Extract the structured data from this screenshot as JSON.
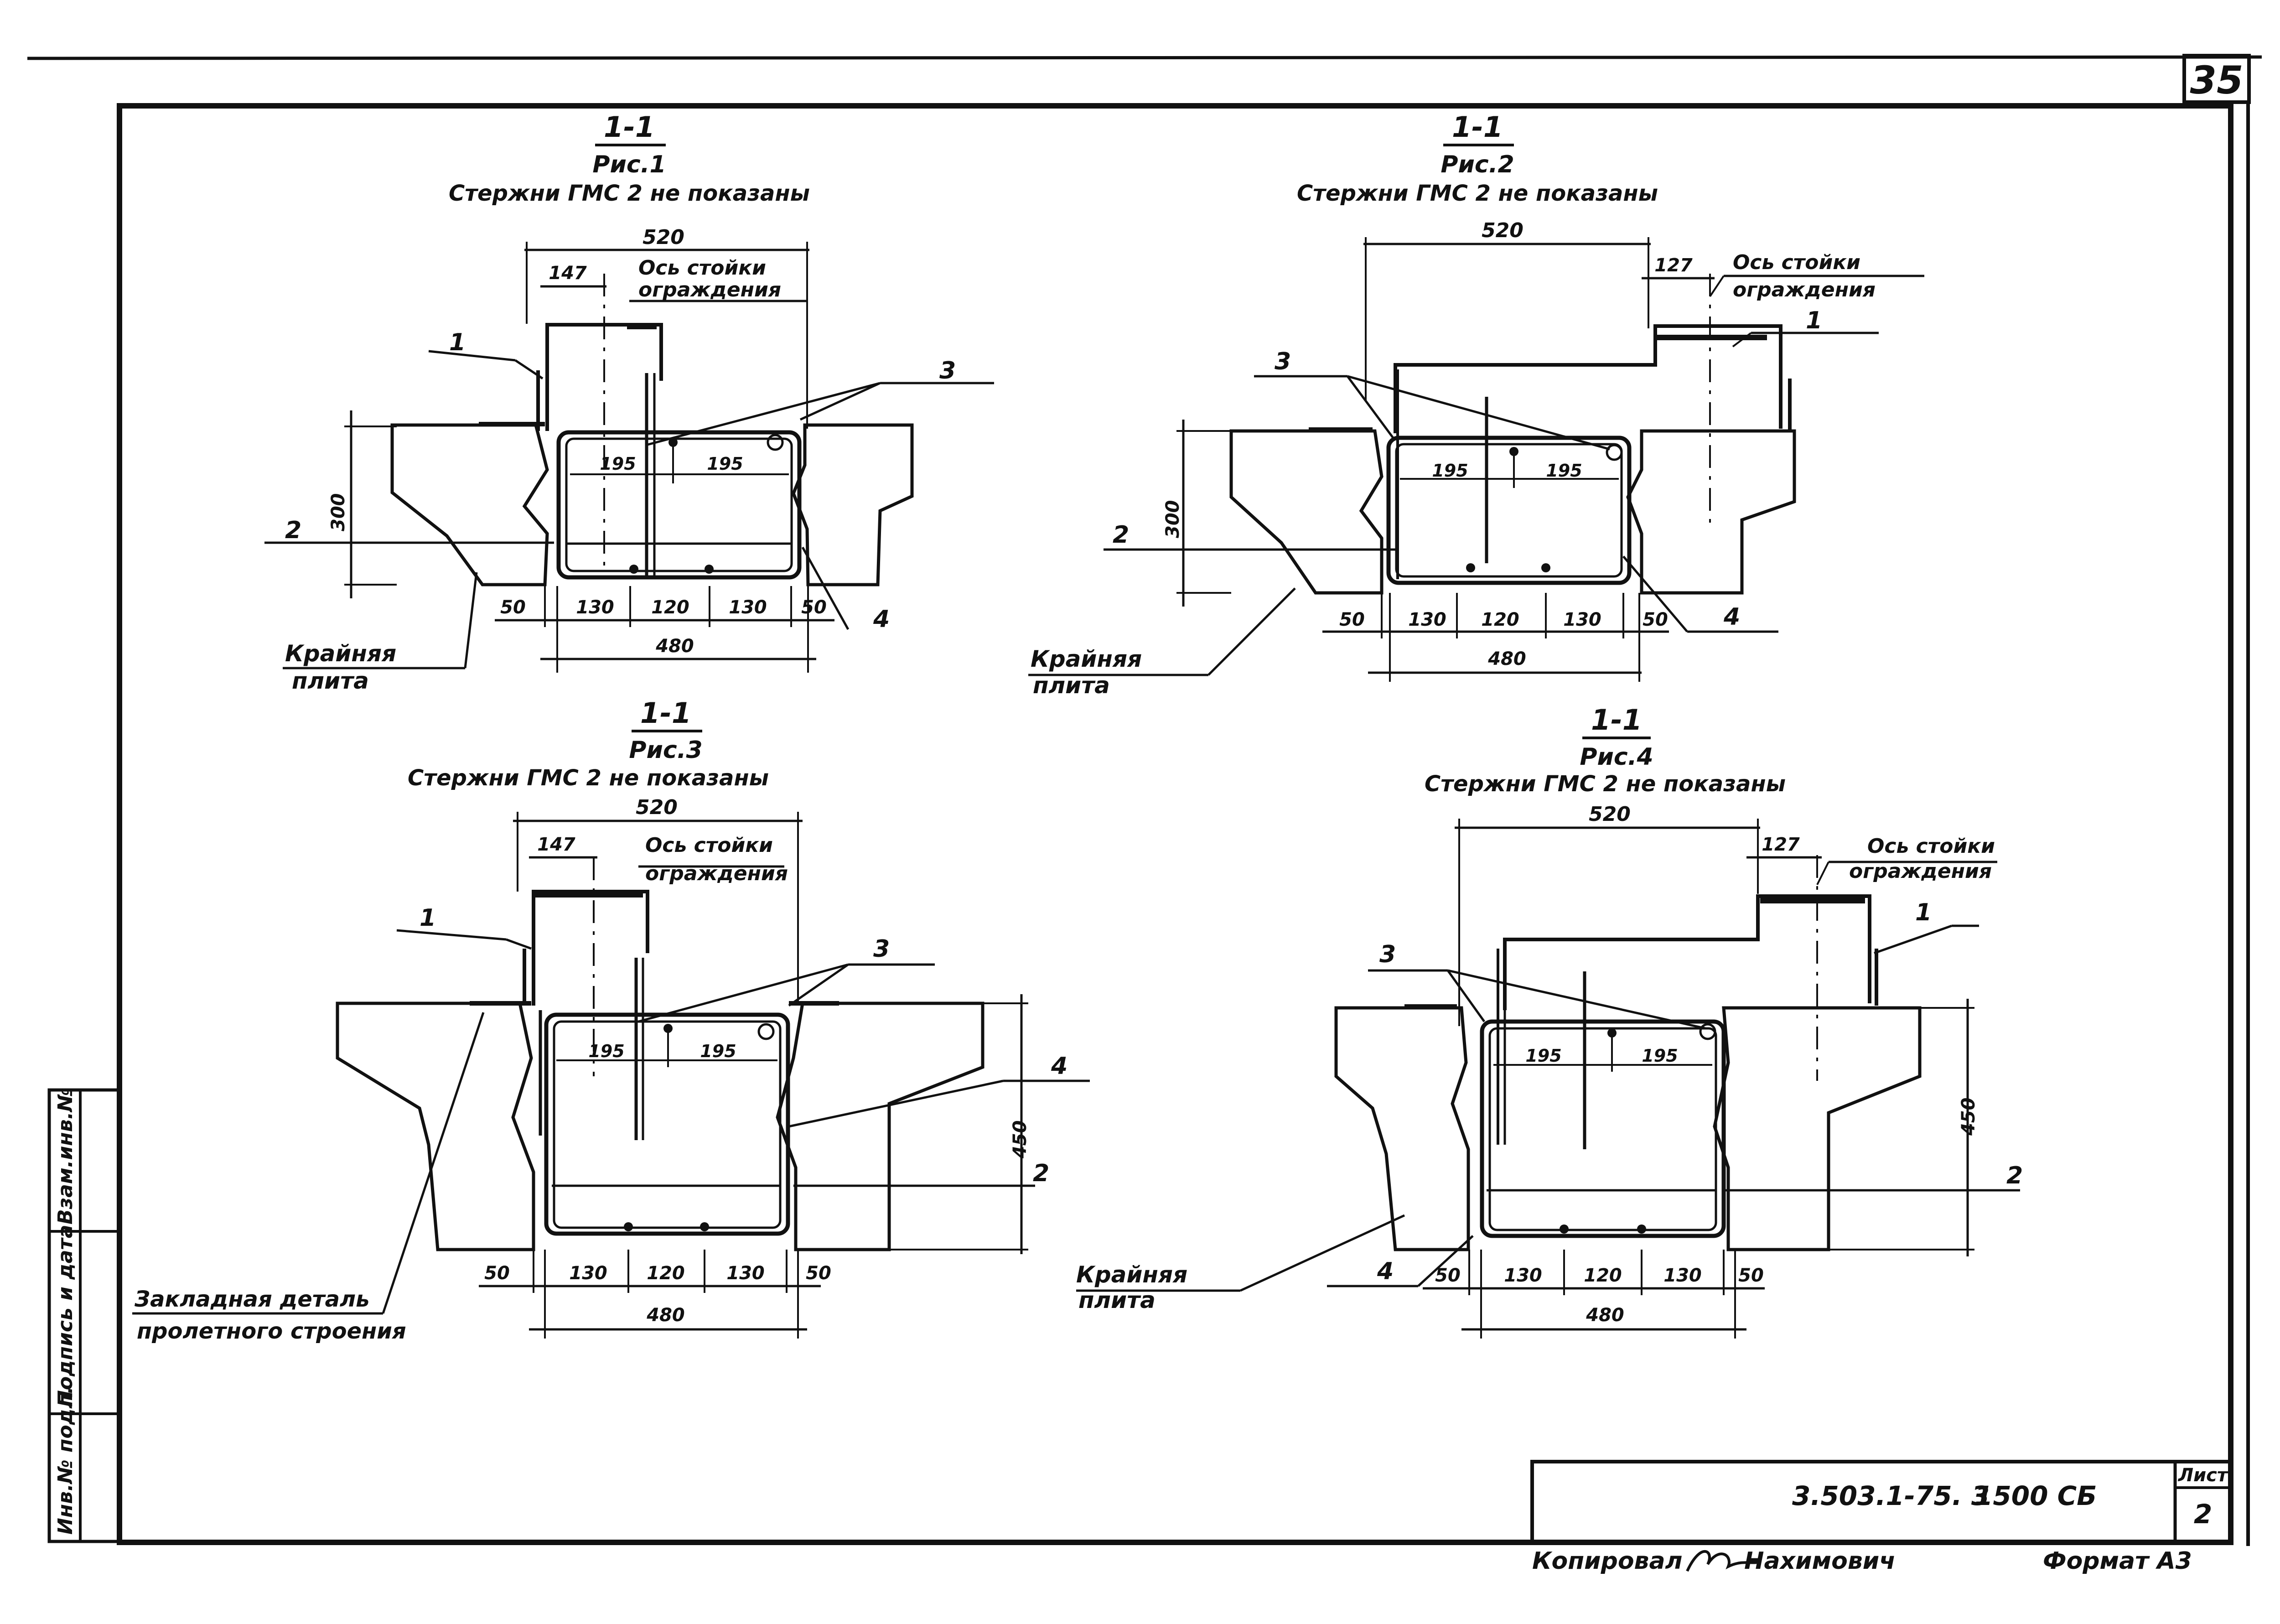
{
  "sheet": {
    "sheet_number": "35",
    "doc_code": "3.503.1-75. 3",
    "doc_suffix": "1500 СБ",
    "list_label": "Лист",
    "list_value": "2",
    "copied_label": "Копировал",
    "copied_name": "Нахимович",
    "format_label": "Формат А3"
  },
  "side_stamp": {
    "cell1": "Инв.№ подл.",
    "cell2": "Подпись и дата",
    "cell3": "Взам.инв.№"
  },
  "figures": [
    {
      "section": "1-1",
      "fig": "Рис.1",
      "note": "Стержни ГМС 2 не показаны",
      "dim_width": "520",
      "dim_offset": "147",
      "axis1": "Ось стойки",
      "axis2": "ограждения",
      "dim_height": "300",
      "dim_left_inner": "195",
      "dim_right_inner": "195",
      "bot_dims": [
        "50",
        "130",
        "120",
        "130",
        "50"
      ],
      "dim_total": "480",
      "labels": {
        "1": "1",
        "2": "2",
        "3": "3",
        "4": "4"
      },
      "slab1": "Крайняя",
      "slab2": "плита"
    },
    {
      "section": "1-1",
      "fig": "Рис.2",
      "note": "Стержни ГМС 2 не показаны",
      "dim_width": "520",
      "dim_offset": "127",
      "axis1": "Ось стойки",
      "axis2": "ограждения",
      "dim_height": "300",
      "dim_left_inner": "195",
      "dim_right_inner": "195",
      "bot_dims": [
        "50",
        "130",
        "120",
        "130",
        "50"
      ],
      "dim_total": "480",
      "labels": {
        "1": "1",
        "2": "2",
        "3": "3",
        "4": "4"
      },
      "slab1": "Крайняя",
      "slab2": "плита"
    },
    {
      "section": "1-1",
      "fig": "Рис.3",
      "note": "Стержни ГМС 2 не показаны",
      "dim_width": "520",
      "dim_offset": "147",
      "axis1": "Ось стойки",
      "axis2": "ограждения",
      "dim_height": "450",
      "dim_left_inner": "195",
      "dim_right_inner": "195",
      "bot_dims": [
        "50",
        "130",
        "120",
        "130",
        "50"
      ],
      "dim_total": "480",
      "labels": {
        "1": "1",
        "2": "2",
        "3": "3",
        "4": "4"
      },
      "embed1": "Закладная деталь",
      "embed2": "пролетного строения"
    },
    {
      "section": "1-1",
      "fig": "Рис.4",
      "note": "Стержни ГМС 2 не показаны",
      "dim_width": "520",
      "dim_offset": "127",
      "axis1": "Ось стойки",
      "axis2": "ограждения",
      "dim_height": "450",
      "dim_left_inner": "195",
      "dim_right_inner": "195",
      "bot_dims": [
        "50",
        "130",
        "120",
        "130",
        "50"
      ],
      "dim_total": "480",
      "labels": {
        "1": "1",
        "2": "2",
        "3": "3",
        "4": "4"
      },
      "slab1": "Крайняя",
      "slab2": "плита"
    }
  ]
}
